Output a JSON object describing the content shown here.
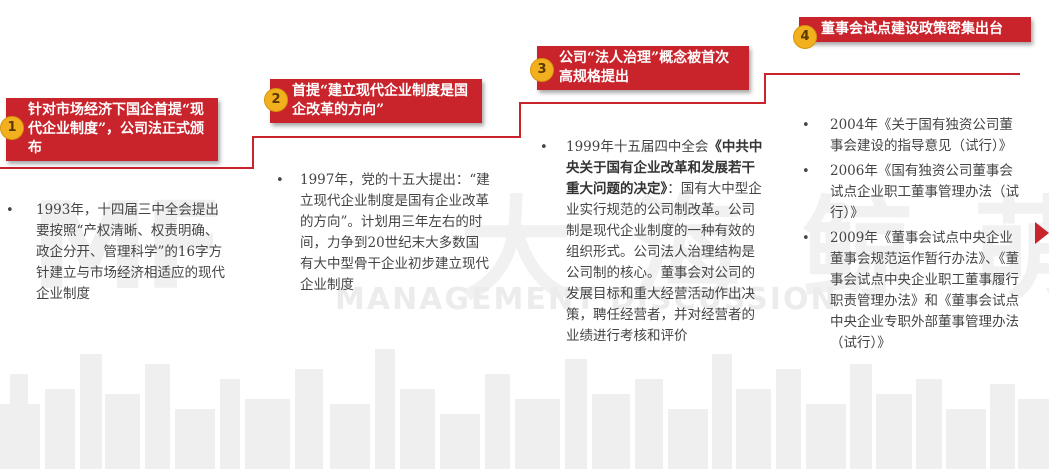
{
  "watermark": {
    "logo": "MF",
    "cn": "大 海 鲸 萌",
    "en": "MANAGEMENT DISCUSSION"
  },
  "steps": [
    {
      "num": "1",
      "title": "针对市场经济下国企首提“现代企业制度”，公司法正式颁布"
    },
    {
      "num": "2",
      "title": "首提“建立现代企业制度是国企改革的方向”"
    },
    {
      "num": "3",
      "title": "公司“法人治理”概念被首次高规格提出"
    },
    {
      "num": "4",
      "title": "董事会试点建设政策密集出台"
    }
  ],
  "columns": {
    "c1": {
      "bullet": "•",
      "text": "1993年，十四届三中全会提出要按照“产权清晰、权责明确、政企分开、管理科学”的16字方针建立与市场经济相适应的现代企业制度"
    },
    "c2": {
      "bullet": "•",
      "text": "1997年，党的十五大提出：“建立现代企业制度是国有企业改革的方向”。计划用三年左右的时间，力争到20世纪末大多数国有大中型骨干企业初步建立现代企业制度"
    },
    "c3": {
      "bullet": "•",
      "lead": "1999年十五届四中全会",
      "bold": "《中共中央关于国有企业改革和发展若干重大问题的决定》",
      "text": "：国有大中型企业实行规范的公司制改革。公司制是现代企业制度的一种有效的组织形式。公司法人治理结构是公司制的核心。董事会对公司的发展目标和重大经营活动作出决策，聘任经营者，并对经营者的业绩进行考核和评价"
    },
    "c4": [
      {
        "bullet": "•",
        "text": "2004年《关于国有独资公司董事会建设的指导意见（试行）》"
      },
      {
        "bullet": "•",
        "text": "2006年《国有独资公司董事会试点企业职工董事管理办法（试行）》"
      },
      {
        "bullet": "•",
        "text": "2009年《董事会试点中央企业董事会规范运作暂行办法》、《董事会试点中央企业职工董事履行职责管理办法》和《董事会试点中央企业专职外部董事管理办法（试行）》"
      }
    ]
  },
  "colors": {
    "accent": "#c9232c",
    "badge": "#f2b01e"
  }
}
